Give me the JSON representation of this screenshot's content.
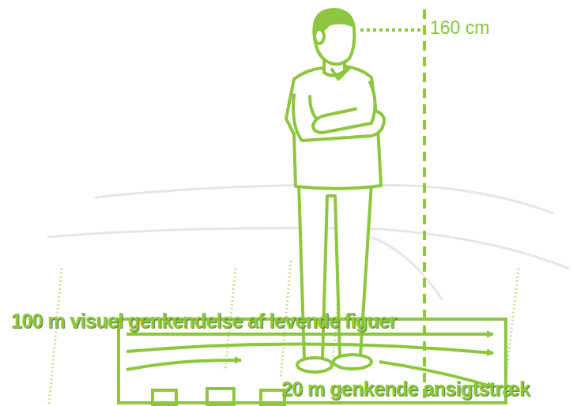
{
  "diagram": {
    "labels": [
      "160 cm",
      "100 m visuel genkendelse af levende figuer",
      "20 m genkende ansigtstræk"
    ]
  }
}
